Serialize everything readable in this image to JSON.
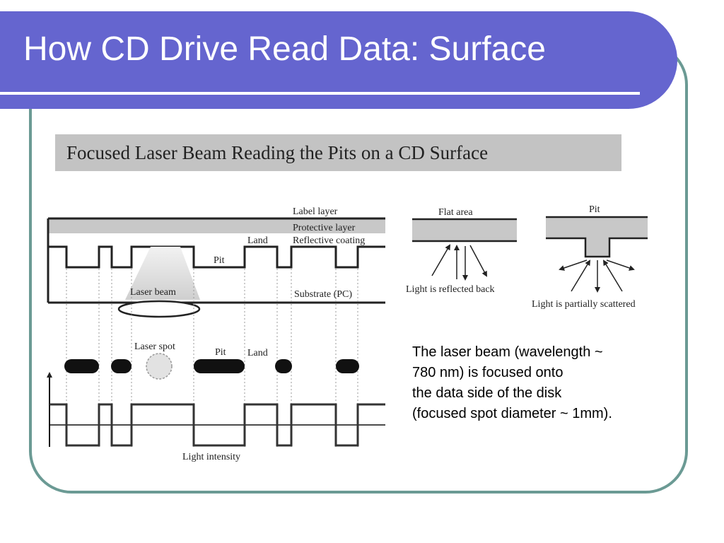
{
  "slide": {
    "title": "How CD Drive Read Data: Surface",
    "banner": "Focused Laser Beam Reading the Pits on a CD Surface",
    "caption_lines": [
      "The laser beam (wavelength ~",
      "780 nm) is focused onto",
      "the data side of the disk",
      "(focused spot diameter ~ 1mm)."
    ]
  },
  "diagram": {
    "labels": {
      "label_layer": "Label layer",
      "protective_layer": "Protective layer",
      "land_top": "Land",
      "reflective_coating": "Reflective coating",
      "pit_top": "Pit",
      "laser_beam": "Laser beam",
      "substrate": "Substrate (PC)",
      "laser_spot": "Laser spot",
      "pit_mid": "Pit",
      "land_mid": "Land",
      "light_intensity": "Light intensity",
      "flat_area": "Flat area",
      "reflected_back": "Light is reflected back",
      "pit_right": "Pit",
      "partially_scattered": "Light is partially scattered"
    }
  },
  "colors": {
    "title_bar": "#6565cf",
    "frame_border": "#6b9a94",
    "banner_bg": "#c3c3c3"
  }
}
